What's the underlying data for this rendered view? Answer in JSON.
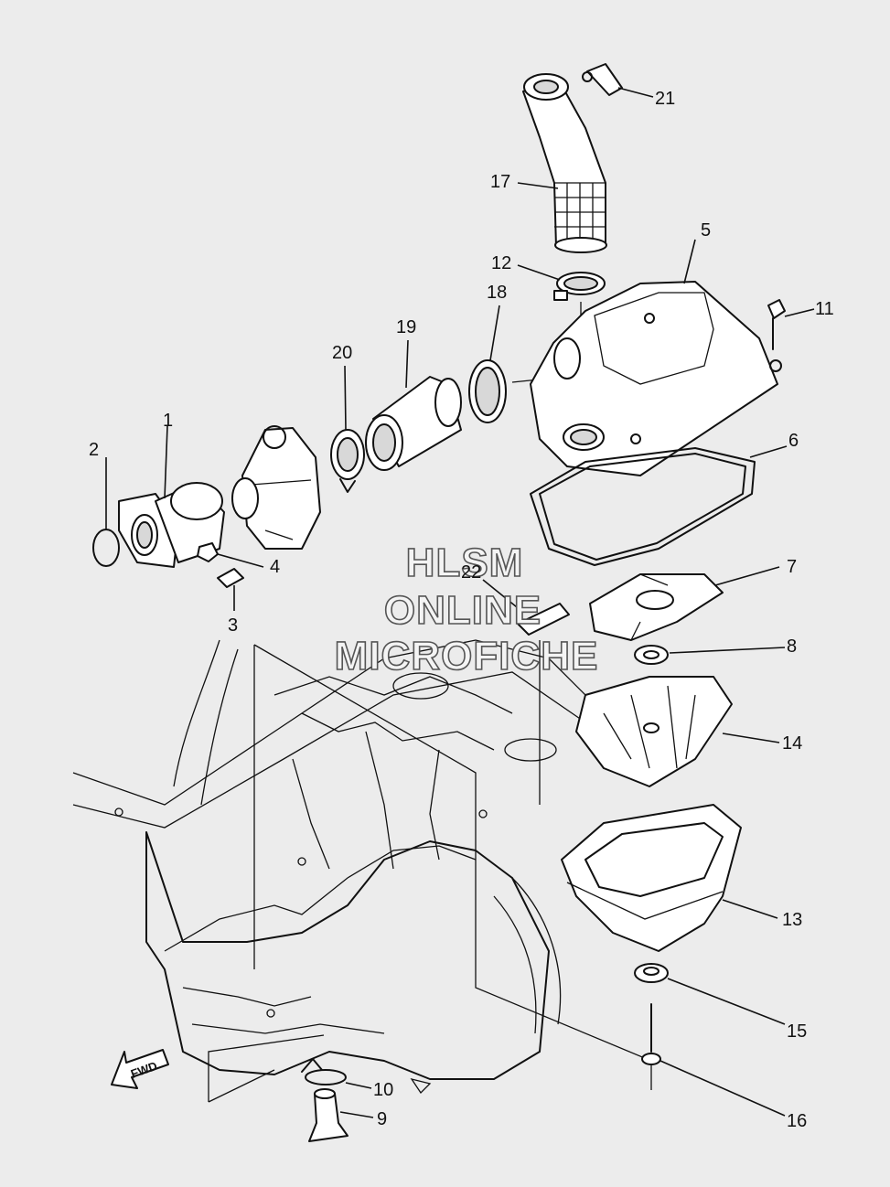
{
  "watermark": {
    "line1": "HLSM",
    "line2": "ONLINE",
    "line3": "MICROFICHE"
  },
  "direction_arrow": "FWD",
  "callouts": {
    "p1": "1",
    "p2": "2",
    "p3": "3",
    "p4": "4",
    "p5": "5",
    "p6": "6",
    "p7": "7",
    "p8": "8",
    "p9": "9",
    "p10": "10",
    "p11": "11",
    "p12": "12",
    "p13": "13",
    "p14": "14",
    "p15": "15",
    "p16": "16",
    "p17": "17",
    "p18": "18",
    "p19": "19",
    "p20": "20",
    "p21": "21",
    "p22": "22"
  }
}
